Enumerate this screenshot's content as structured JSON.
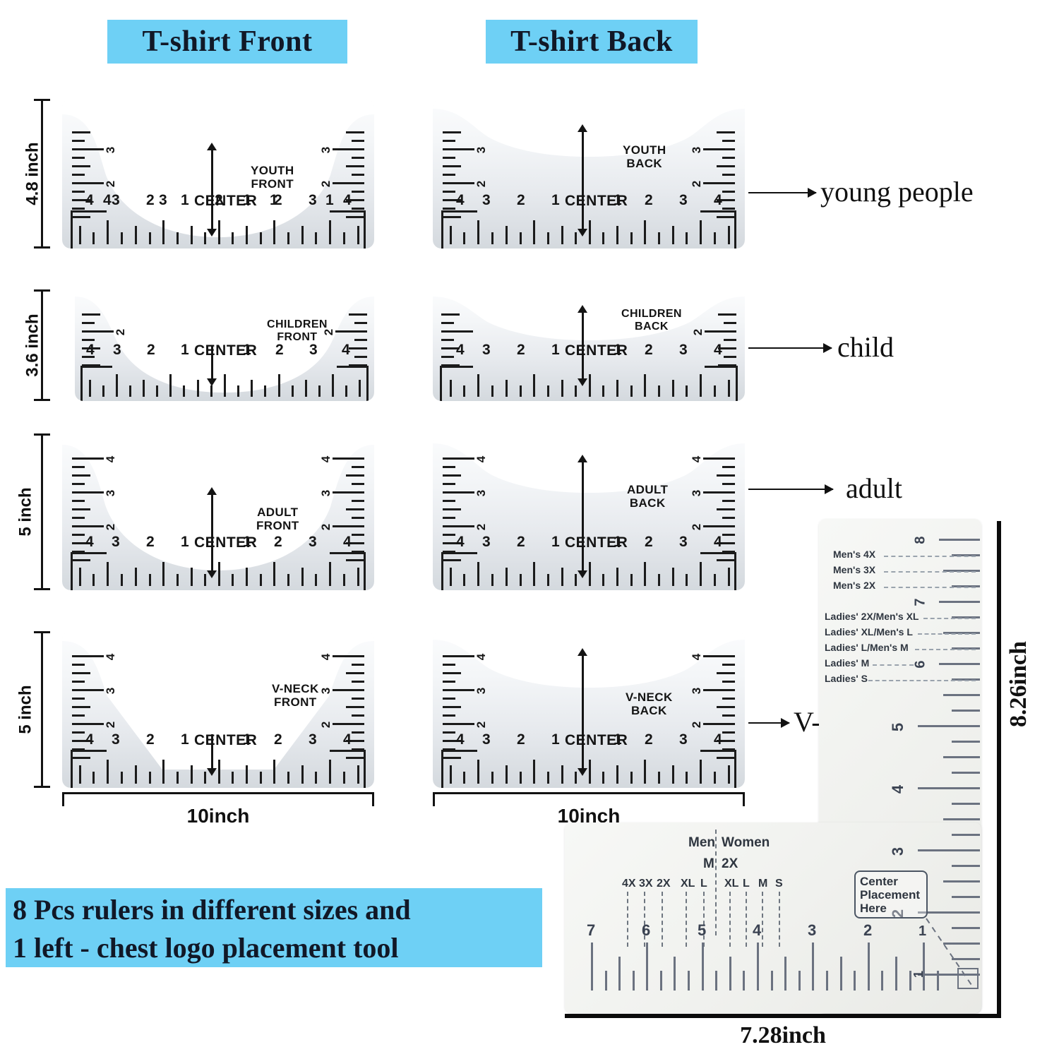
{
  "headers": {
    "front": "T-shirt Front",
    "back": "T-shirt Back",
    "accent_color": "#6ed0f5"
  },
  "caption": {
    "line1": "8 Pcs rulers in different sizes and",
    "line2": "1 left - chest logo placement tool"
  },
  "dimensions": {
    "row1_height": "4.8 inch",
    "row2_height": "3.6 inch",
    "row3_height": "5 inch",
    "row4_height": "5 inch",
    "front_width": "10inch",
    "back_width": "10inch",
    "chest_tool_height": "8.26inch",
    "chest_tool_width": "7.28inch"
  },
  "callouts": [
    {
      "label": "young people"
    },
    {
      "label": "child"
    },
    {
      "label": "adult"
    },
    {
      "label": "V-neck"
    }
  ],
  "rulers": [
    {
      "id": "youth-front",
      "title_line1": "YOUTH",
      "title_line2": "FRONT",
      "center_label": "CENTER",
      "neck": "round",
      "side_numbers": [
        "2",
        "3"
      ],
      "scale_numbers": [
        "4",
        "3",
        "2",
        "1",
        "1",
        "2",
        "3",
        "4"
      ]
    },
    {
      "id": "youth-back",
      "title_line1": "YOUTH",
      "title_line2": "BACK",
      "center_label": "CENTER",
      "neck": "back",
      "side_numbers": [
        "2",
        "3"
      ],
      "scale_numbers": [
        "4",
        "3",
        "2",
        "1",
        "1",
        "2",
        "3",
        "4"
      ]
    },
    {
      "id": "children-front",
      "title_line1": "CHILDREN",
      "title_line2": "FRONT",
      "center_label": "CENTER",
      "neck": "round",
      "side_numbers": [
        "2"
      ],
      "scale_numbers": [
        "4",
        "3",
        "2",
        "1",
        "1",
        "2",
        "3",
        "4"
      ]
    },
    {
      "id": "children-back",
      "title_line1": "CHILDREN",
      "title_line2": "BACK",
      "center_label": "CENTER",
      "neck": "back",
      "side_numbers": [
        "2"
      ],
      "scale_numbers": [
        "4",
        "3",
        "2",
        "1",
        "1",
        "2",
        "3",
        "4"
      ]
    },
    {
      "id": "adult-front",
      "title_line1": "ADULT",
      "title_line2": "FRONT",
      "center_label": "CENTER",
      "neck": "round",
      "side_numbers": [
        "2",
        "3",
        "4"
      ],
      "scale_numbers": [
        "4",
        "3",
        "2",
        "1",
        "1",
        "2",
        "3",
        "4"
      ]
    },
    {
      "id": "adult-back",
      "title_line1": "ADULT",
      "title_line2": "BACK",
      "center_label": "CENTER",
      "neck": "back",
      "side_numbers": [
        "2",
        "3",
        "4"
      ],
      "scale_numbers": [
        "4",
        "3",
        "2",
        "1",
        "1",
        "2",
        "3",
        "4"
      ]
    },
    {
      "id": "vneck-front",
      "title_line1": "V-NECK",
      "title_line2": "FRONT",
      "center_label": "CENTER",
      "neck": "vee",
      "side_numbers": [
        "2",
        "3",
        "4"
      ],
      "scale_numbers": [
        "4",
        "3",
        "2",
        "1",
        "1",
        "2",
        "3",
        "4"
      ]
    },
    {
      "id": "vneck-back",
      "title_line1": "V-NECK",
      "title_line2": "BACK",
      "center_label": "CENTER",
      "neck": "back",
      "side_numbers": [
        "2",
        "3",
        "4"
      ],
      "scale_numbers": [
        "4",
        "3",
        "2",
        "1",
        "1",
        "2",
        "3",
        "4"
      ]
    }
  ],
  "chest_tool": {
    "vertical_scale": [
      "8",
      "7",
      "6",
      "5",
      "4",
      "3",
      "2",
      "1"
    ],
    "horizontal_scale": [
      "7",
      "6",
      "5",
      "4",
      "3",
      "2",
      "1"
    ],
    "size_rows": [
      "Men's 4X",
      "Men's 3X",
      "Men's 2X",
      "Ladies' 2X/Men's XL",
      "Ladies' XL/Men's L",
      "Ladies' L/Men's M",
      "Ladies' M",
      "Ladies' S"
    ],
    "column_headers": {
      "men": "Men",
      "women": "Women"
    },
    "column_subheaders": {
      "men": "M",
      "women": "2X"
    },
    "size_marks": [
      "4X",
      "3X",
      "2X",
      "XL",
      "L",
      "XL",
      "L",
      "M",
      "S"
    ],
    "center_placement": {
      "l1": "Center",
      "l2": "Placement",
      "l3": "Here"
    }
  }
}
